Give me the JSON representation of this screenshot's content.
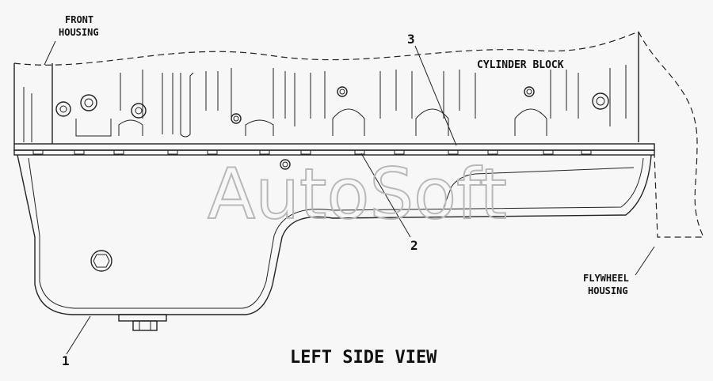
{
  "labels": {
    "front_housing_1": "FRONT",
    "front_housing_2": "HOUSING",
    "cylinder_block": "CYLINDER BLOCK",
    "flywheel_housing_1": "FLYWHEEL",
    "flywheel_housing_2": "HOUSING",
    "view_title": "LEFT SIDE VIEW"
  },
  "callouts": {
    "c1": "1",
    "c2": "2",
    "c3": "3"
  },
  "watermark": "AutoSoft",
  "colors": {
    "line": "#222222",
    "background": "#f7f7f7",
    "watermark": "#b9b9b9"
  }
}
